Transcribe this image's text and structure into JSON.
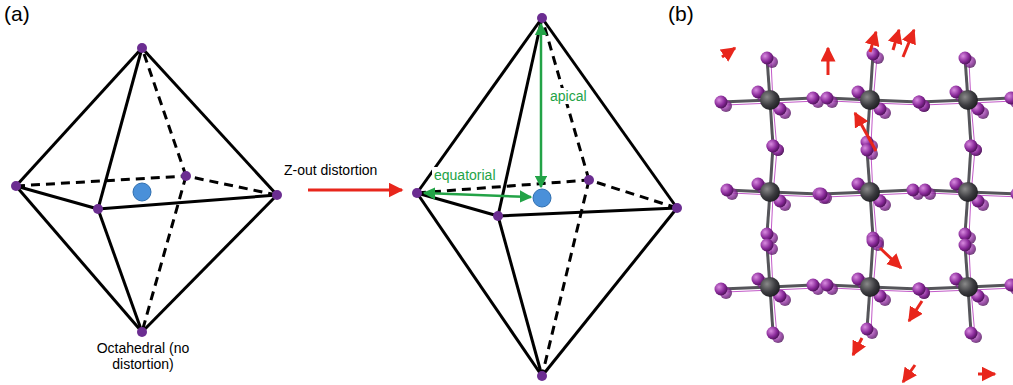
{
  "diagram": {
    "labels": [
      "(a)",
      "(b)",
      "Z-out distortion",
      "equatorial",
      "apical",
      "Octahedral (no distortion)"
    ]
  }
}
